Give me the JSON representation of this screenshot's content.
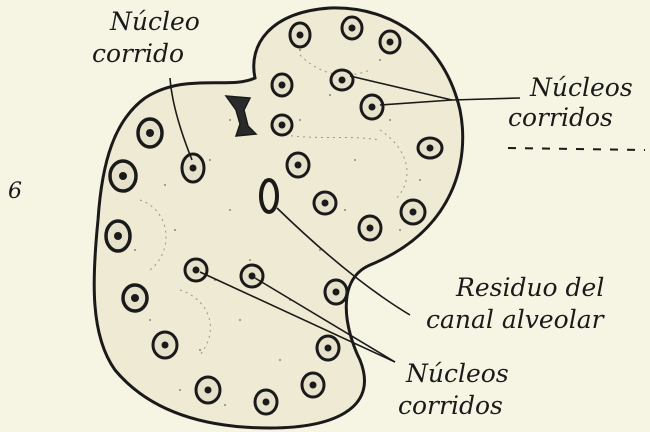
{
  "figure": {
    "number": "6",
    "labels": {
      "top_left": [
        "Núcleo",
        "corrido"
      ],
      "top_right": [
        "Núcleos",
        "corridos"
      ],
      "residue": [
        "Residuo del",
        "canal alveolar"
      ],
      "bottom": [
        "Núcleos",
        "corridos"
      ]
    }
  },
  "colors": {
    "paper": "#f6f4e3",
    "cell_fill": "#efead3",
    "ink": "#1a1a1a"
  }
}
